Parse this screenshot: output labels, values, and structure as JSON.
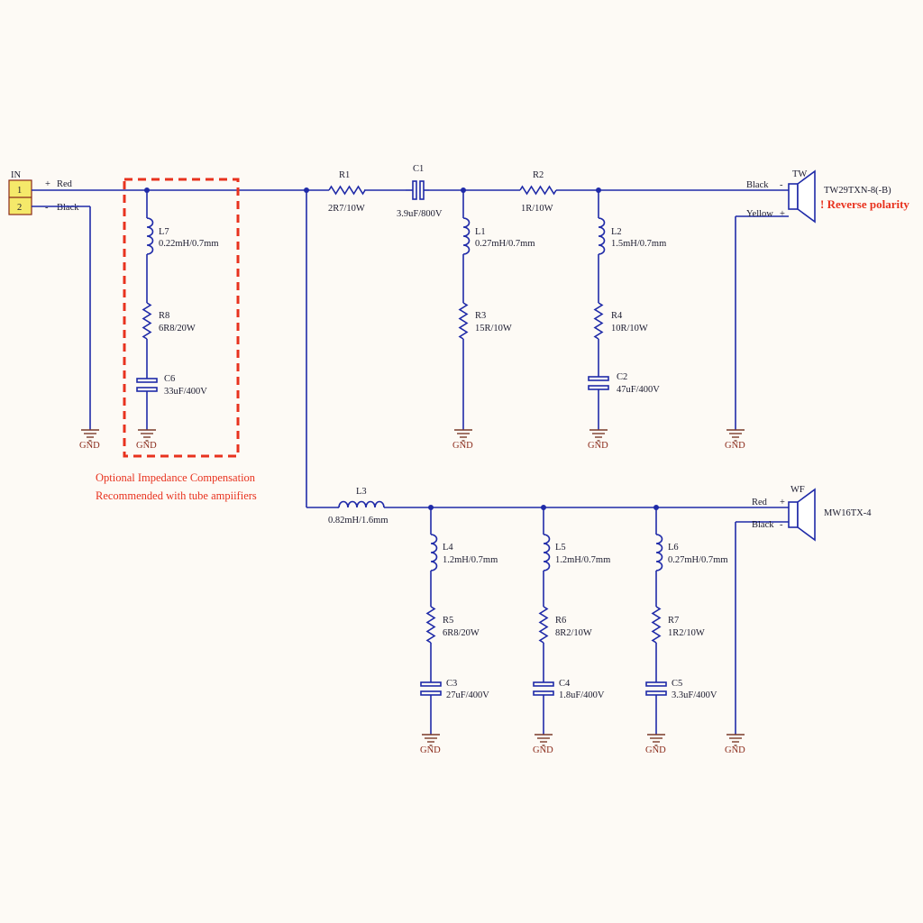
{
  "connector": {
    "ref": "IN",
    "pin1": "1",
    "pin2": "2",
    "plus": "+",
    "minus": "-",
    "red": "Red",
    "black": "Black"
  },
  "gnd_label": "GND",
  "components": {
    "R1": {
      "ref": "R1",
      "value": "2R7/10W"
    },
    "C1": {
      "ref": "C1",
      "value": "3.9uF/800V"
    },
    "R2": {
      "ref": "R2",
      "value": "1R/10W"
    },
    "L1": {
      "ref": "L1",
      "value": "0.27mH/0.7mm"
    },
    "R3": {
      "ref": "R3",
      "value": "15R/10W"
    },
    "L2": {
      "ref": "L2",
      "value": "1.5mH/0.7mm"
    },
    "R4": {
      "ref": "R4",
      "value": "10R/10W"
    },
    "C2": {
      "ref": "C2",
      "value": "47uF/400V"
    },
    "L7": {
      "ref": "L7",
      "value": "0.22mH/0.7mm"
    },
    "R8": {
      "ref": "R8",
      "value": "6R8/20W"
    },
    "C6": {
      "ref": "C6",
      "value": "33uF/400V"
    },
    "L3": {
      "ref": "L3",
      "value": "0.82mH/1.6mm"
    },
    "L4": {
      "ref": "L4",
      "value": "1.2mH/0.7mm"
    },
    "R5": {
      "ref": "R5",
      "value": "6R8/20W"
    },
    "C3": {
      "ref": "C3",
      "value": "27uF/400V"
    },
    "L5": {
      "ref": "L5",
      "value": "1.2mH/0.7mm"
    },
    "R6": {
      "ref": "R6",
      "value": "8R2/10W"
    },
    "C4": {
      "ref": "C4",
      "value": "1.8uF/400V"
    },
    "L6": {
      "ref": "L6",
      "value": "0.27mH/0.7mm"
    },
    "R7": {
      "ref": "R7",
      "value": "1R2/10W"
    },
    "C5": {
      "ref": "C5",
      "value": "3.3uF/400V"
    }
  },
  "tweeter": {
    "ref": "TW",
    "part": "TW29TXN-8(-B)",
    "warning": "! Reverse polarity",
    "black": "Black",
    "minus": "-",
    "yellow": "Yellow",
    "plus": "+"
  },
  "woofer": {
    "ref": "WF",
    "part": "MW16TX-4",
    "red": "Red",
    "plus": "+",
    "black": "Black",
    "minus": "-"
  },
  "note": {
    "line1": "Optional Impedance Compensation",
    "line2": "Recommended with tube ampiifiers"
  },
  "colors": {
    "wire": "#1f2aa8",
    "note": "#e8321e",
    "background": "#fdfaf5"
  }
}
